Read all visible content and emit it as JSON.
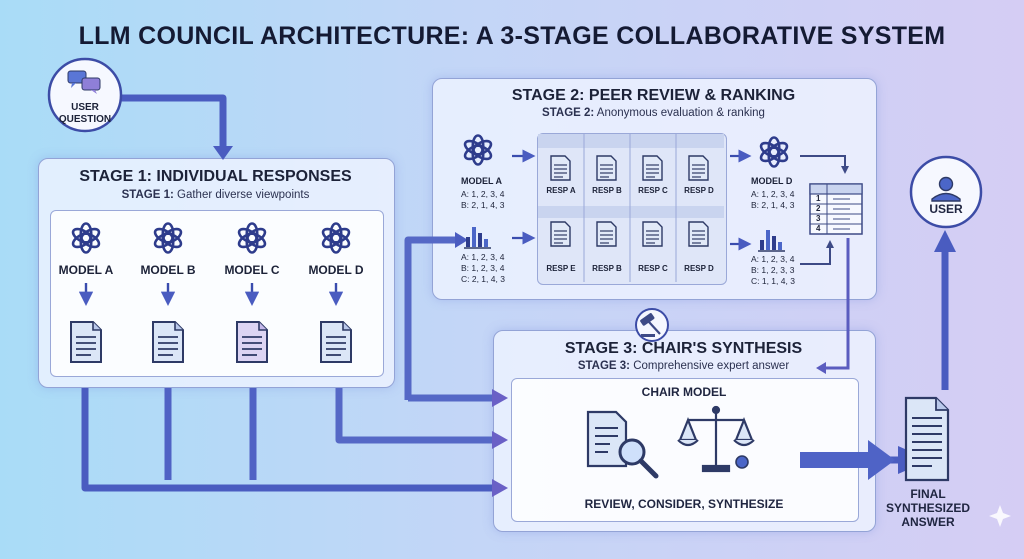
{
  "title": "LLM COUNCIL ARCHITECTURE: A 3-STAGE COLLABORATIVE SYSTEM",
  "user_question": {
    "line1": "USER",
    "line2": "QUESTION"
  },
  "stage1": {
    "title": "STAGE 1: INDIVIDUAL RESPONSES",
    "sub_bold": "STAGE 1:",
    "sub_text": " Gather diverse viewpoints",
    "models": [
      "MODEL A",
      "MODEL B",
      "MODEL C",
      "MODEL D"
    ]
  },
  "stage2": {
    "title": "STAGE 2: PEER REVIEW & RANKING",
    "sub_bold": "STAGE 2:",
    "sub_text": " Anonymous evaluation & ranking",
    "left_model": "MODEL A",
    "left_rank_top": [
      "A: 1, 2, 3, 4",
      "B: 2, 1, 4, 3"
    ],
    "left_rank_bottom": [
      "A: 1, 2, 3, 4",
      "B: 1, 2, 3, 4",
      "C: 2, 1, 4, 3"
    ],
    "row1": [
      "RESP A",
      "RESP B",
      "RESP C",
      "RESP D"
    ],
    "row2": [
      "RESP E",
      "RESP B",
      "RESP C",
      "RESP D"
    ],
    "right_model": "MODEL D",
    "right_rank_top": [
      "A: 1, 2, 3, 4",
      "B: 2, 1, 4, 3"
    ],
    "right_rank_bottom": [
      "A: 1, 2, 3, 4",
      "B: 1, 2, 3, 3",
      "C: 1, 1, 4, 3"
    ],
    "table_rows": [
      "1",
      "2",
      "3",
      "4"
    ]
  },
  "stage3": {
    "title": "STAGE 3: CHAIR'S SYNTHESIS",
    "sub_bold": "STAGE 3:",
    "sub_text": " Comprehensive expert answer",
    "chair": "CHAIR MODEL",
    "action": "REVIEW, CONSIDER, SYNTHESIZE"
  },
  "user": "USER",
  "final": [
    "FINAL",
    "SYNTHESIZED",
    "ANSWER"
  ]
}
